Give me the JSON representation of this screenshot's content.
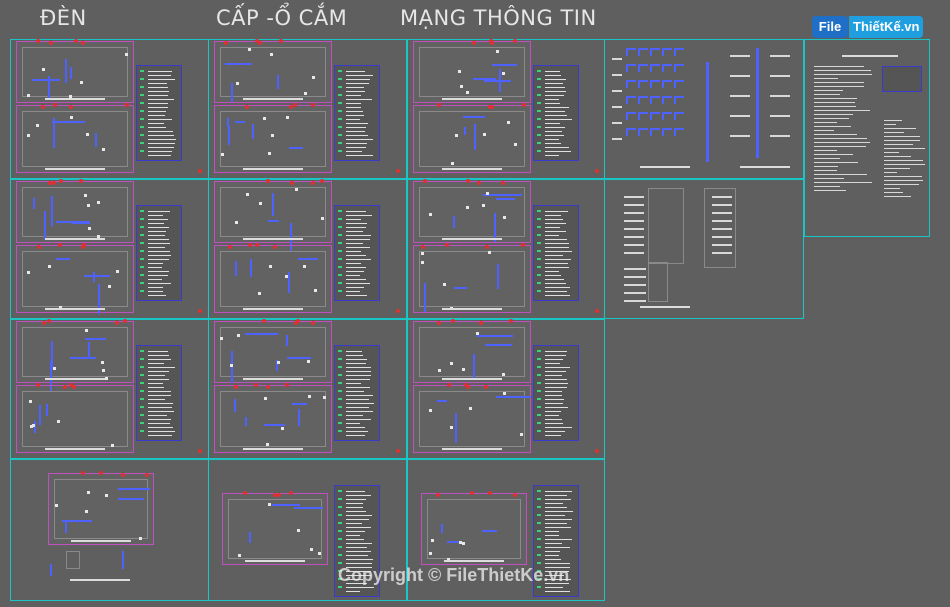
{
  "headers": {
    "den": "ĐÈN",
    "cap_o_cam": "CẤP -Ổ CẮM",
    "mang_thong_tin": "MẠNG THÔNG TIN"
  },
  "logo": {
    "badge": "File",
    "text": "ThiếtKế.vn"
  },
  "watermark": "Copyright © FileThietKe.vn",
  "colors": {
    "background": "#5f5f5f",
    "sheet_border": "#19c6c6",
    "plan_border": "#c050c0",
    "wire": "#4e62ff",
    "legend_border": "#3a3acd",
    "marker": "#e03030"
  }
}
